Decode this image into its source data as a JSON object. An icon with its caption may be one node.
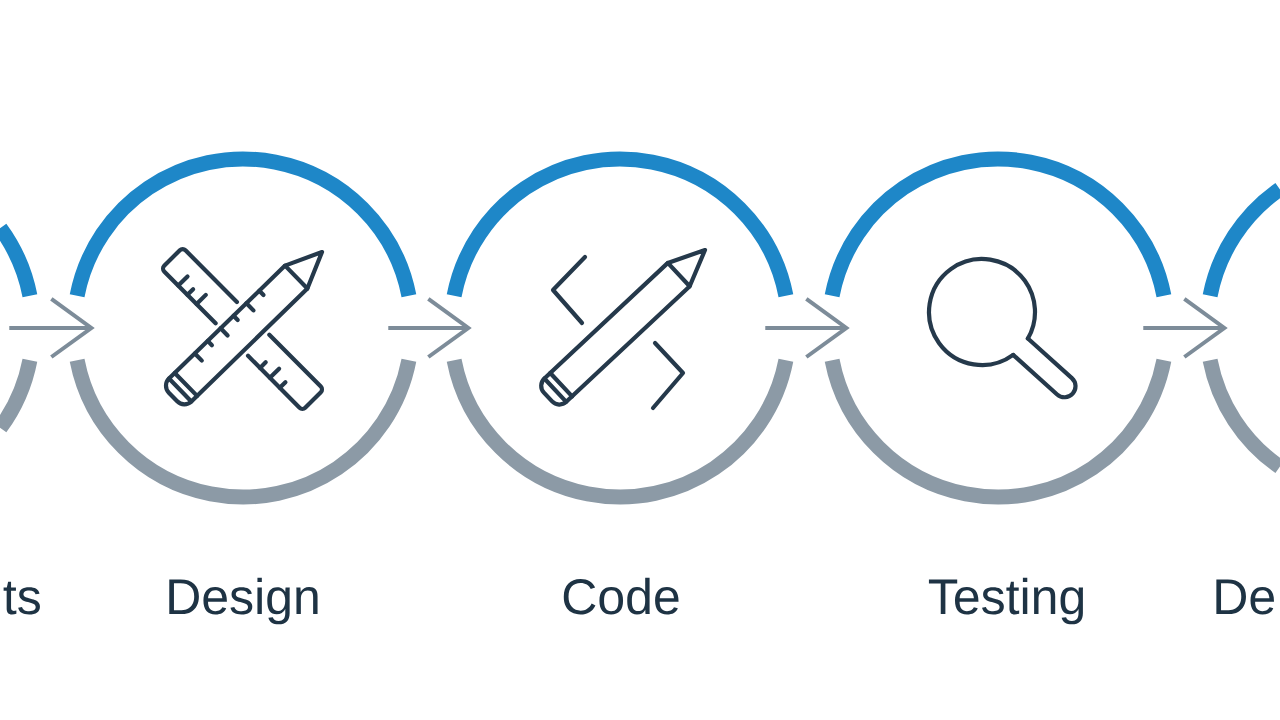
{
  "diagram": {
    "nodes": [
      {
        "text": [
          "ts"
        ]
      },
      {
        "text": [
          "Design"
        ]
      },
      {
        "text": [
          "Code"
        ]
      },
      {
        "text": [
          "Testing"
        ]
      },
      {
        "text": [
          "De"
        ]
      }
    ],
    "edges": [
      {
        "from": 0,
        "to": 1,
        "arrow": "to"
      },
      {
        "from": 1,
        "to": 2,
        "arrow": "to"
      },
      {
        "from": 2,
        "to": 3,
        "arrow": "to"
      },
      {
        "from": 3,
        "to": 4,
        "arrow": "to"
      }
    ]
  }
}
